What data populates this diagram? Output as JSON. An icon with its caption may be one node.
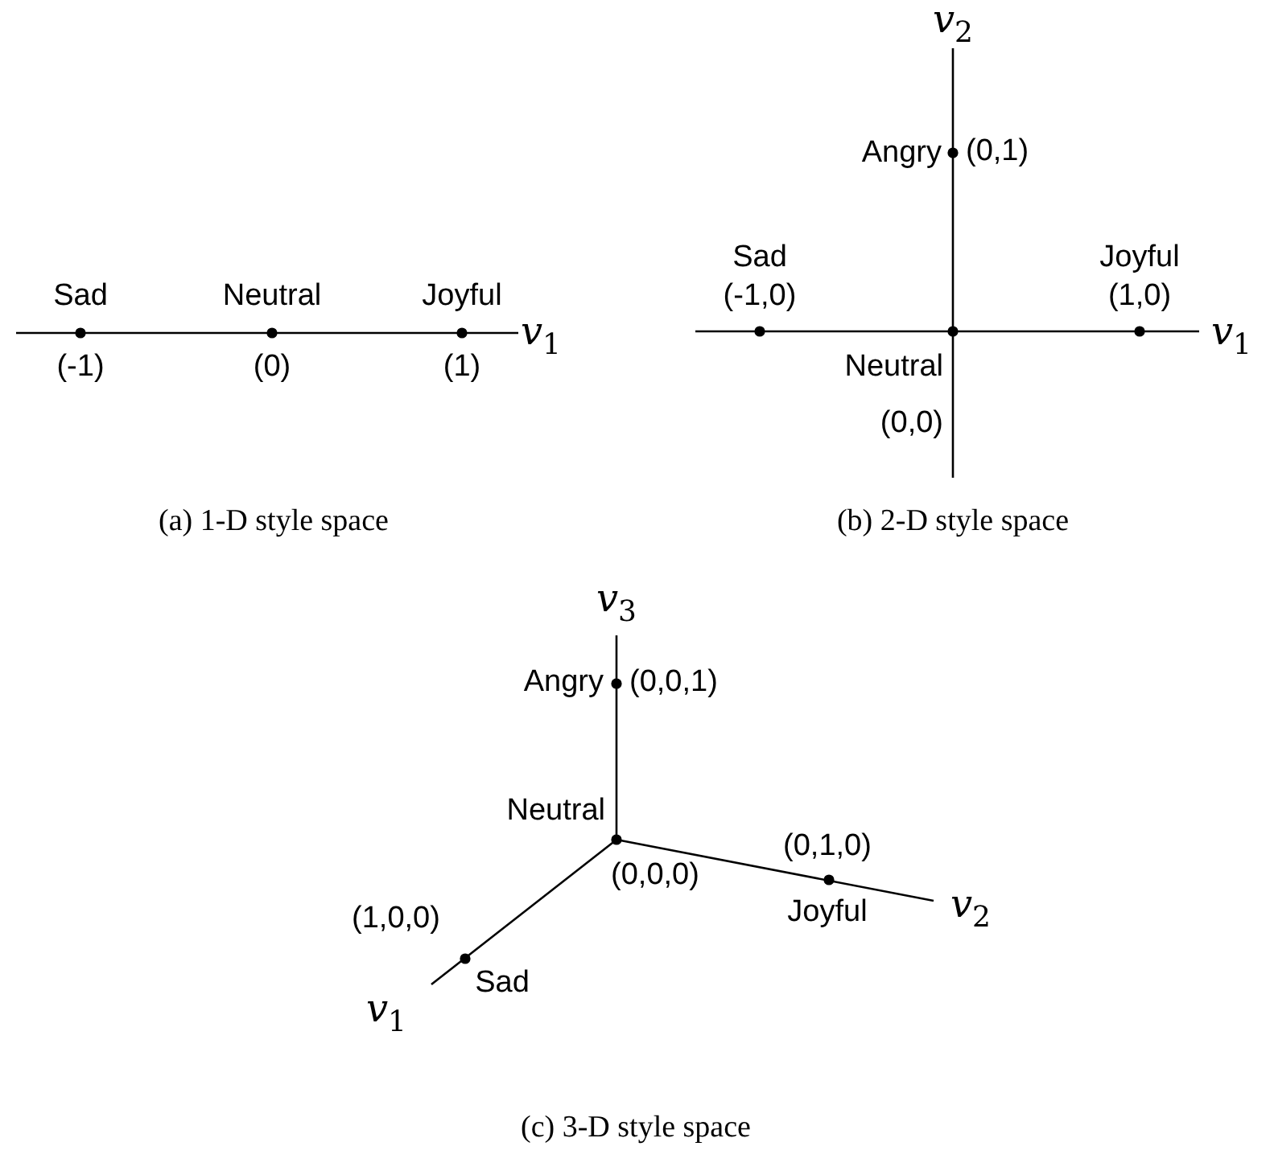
{
  "diagram": {
    "labels": [
      "*v*$_{2}$",
      "Angry",
      "(0,1)",
      "Sad",
      "Neutral",
      "Joyful",
      "Sad",
      "Joyful",
      "(-1,0)",
      "(1,0)",
      "*v*$_{1}$",
      "*v*$_{1}$",
      "(-1)",
      "(0)",
      "(1)",
      "Neutral",
      "(0,0)",
      "(a) 1-D style space",
      "(b) 2-D style space",
      "*v*$_{3}$",
      "Angry",
      "(0,0,1)",
      "Neutral",
      "(0,1,0)",
      "(1,0,0)",
      "(0,0,0)",
      "Joyful",
      "*v*$_{2}$",
      "Sad",
      "*v*$_{1}$",
      "(c) 3-D style space"
    ]
  }
}
